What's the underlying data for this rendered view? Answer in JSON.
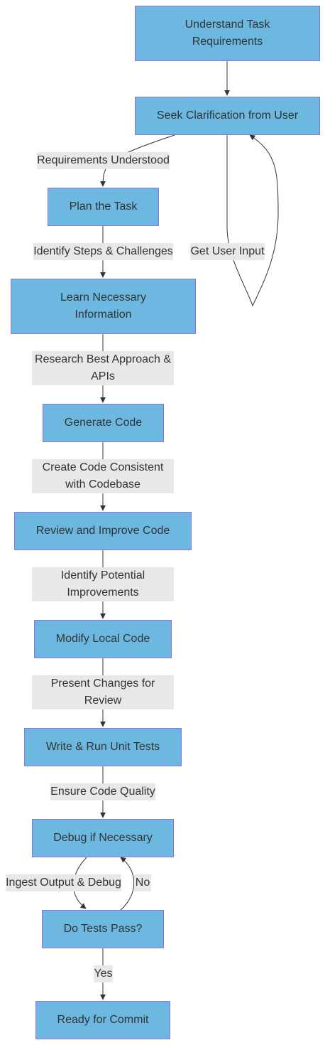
{
  "diagram": {
    "nodes": {
      "understand": "Understand Task Requirements",
      "clarify": "Seek Clarification from User",
      "plan": "Plan the Task",
      "learn": "Learn Necessary Information",
      "generate": "Generate Code",
      "review": "Review and Improve Code",
      "modify": "Modify Local Code",
      "tests": "Write & Run Unit Tests",
      "debug": "Debug if Necessary",
      "pass": "Do Tests Pass?",
      "ready": "Ready for Commit"
    },
    "edges": {
      "requirements_understood": "Requirements Understood",
      "get_user_input": "Get User Input",
      "identify_steps": "Identify Steps & Challenges",
      "research": "Research Best Approach & APIs",
      "create_code": "Create Code Consistent with Codebase",
      "identify_improvements": "Identify Potential Improvements",
      "present_changes": "Present Changes for Review",
      "ensure_quality": "Ensure Code Quality",
      "ingest_output": "Ingest Output & Debug",
      "no": "No",
      "yes": "Yes"
    },
    "colors": {
      "node_fill": "#6cb8e0",
      "node_border": "#9370db",
      "label_bg": "#e8e8e8",
      "edge": "#333333"
    }
  }
}
